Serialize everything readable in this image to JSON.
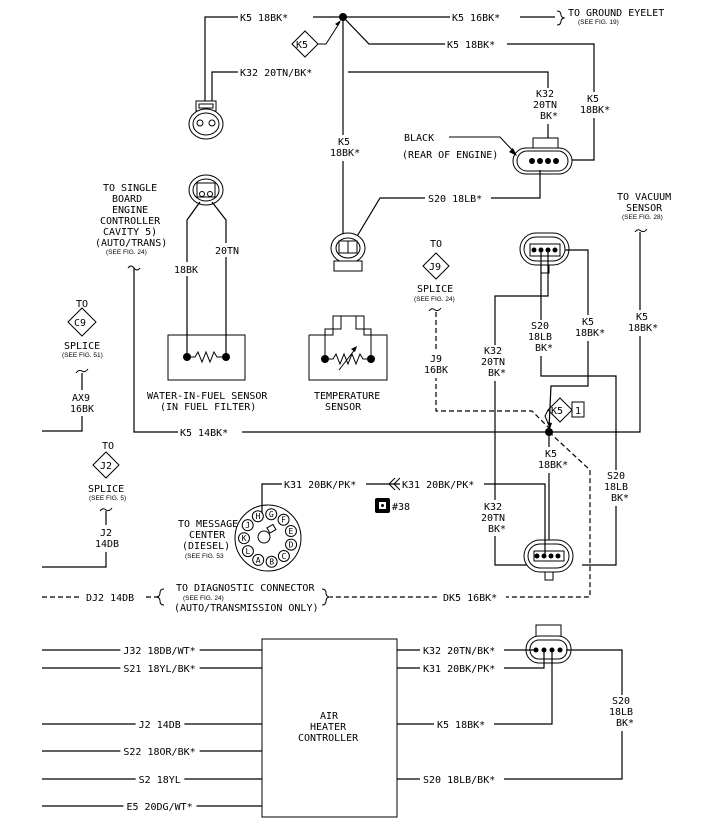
{
  "diagram": {
    "title": "Wiring Diagram - Diesel Engine Sensors / Air Heater Controller",
    "colors": {
      "line": "#000000",
      "background": "#ffffff"
    },
    "top": {
      "k5_left": "K5 18BK*",
      "k5_ground": "K5 16BK*",
      "ground_dest": "TO GROUND EYELET",
      "ground_ref": "(SEE FIG. 19)",
      "k5_right": "K5 18BK*",
      "k5_splice": "K5",
      "k32_top": "K32 20TN/BK*"
    },
    "black_connector": {
      "k32_l1": "K32",
      "k32_l2": "20TN",
      "k32_l3": "BK*",
      "k5_l1": "K5",
      "k5_l2": "18BK*",
      "label1": "BLACK",
      "label2": "(REAR OF ENGINE)",
      "s20": "S20 18LB*"
    },
    "center_k5": {
      "l1": "K5",
      "l2": "18BK*"
    },
    "sbec": {
      "lines": [
        "TO SINGLE",
        "BOARD",
        "ENGINE",
        "CONTROLLER",
        "CAVITY 5)",
        "(AUTO/TRANS)"
      ],
      "ref": "(SEE FIG. 24)"
    },
    "wif_sensor": {
      "wire_left": "18BK",
      "wire_right": "20TN",
      "label1": "WATER-IN-FUEL SENSOR",
      "label2": "(IN FUEL FILTER)"
    },
    "temp_sensor": {
      "label1": "TEMPERATURE",
      "label2": "SENSOR"
    },
    "c9_splice": {
      "to": "TO",
      "id": "C9",
      "label": "SPLICE",
      "ref": "(SEE FIG. 51)",
      "wire1": "AX9",
      "wire2": "16BK"
    },
    "j9_splice": {
      "to": "TO",
      "id": "J9",
      "label": "SPLICE",
      "ref": "(SEE FIG. 24)",
      "wire1": "J9",
      "wire2": "16BK"
    },
    "j2_splice": {
      "to": "TO",
      "id": "J2",
      "label": "SPLICE",
      "ref": "(SEE FIG. 5)",
      "wire1": "J2",
      "wire2": "14DB"
    },
    "vacuum": {
      "l1": "TO VACUUM",
      "l2": "SENSOR",
      "ref": "(SEE FIG. 28)",
      "w1": "K5",
      "w2": "18BK*"
    },
    "right_connector": {
      "s20_1": "S20",
      "s20_2": "18LB",
      "s20_3": "BK*",
      "k5_1": "K5",
      "k5_2": "18BK*",
      "k32_1": "K32",
      "k32_2": "20TN",
      "k32_3": "BK*"
    },
    "mid_bus": {
      "k5_14": "K5 14BK*",
      "splice_id": "K5",
      "splice_num": "1",
      "k5_down_1": "K5",
      "k5_down_2": "18BK*",
      "s20_1": "S20",
      "s20_2": "18LB",
      "s20_3": "BK*",
      "k32_1": "K32",
      "k32_2": "20TN",
      "k32_3": "BK*"
    },
    "message_center": {
      "k31_left": "K31 20BK/PK*",
      "k31_right": "K31 20BK/PK*",
      "ref_num": "#38",
      "l1": "TO MESSAGE",
      "l2": "CENTER",
      "l3": "(DIESEL)",
      "ref": "(SEE FIG. 53",
      "pins": [
        "H",
        "G",
        "F",
        "E",
        "D",
        "C",
        "B",
        "A",
        "L",
        "K",
        "J"
      ]
    },
    "diagnostic": {
      "left": "DJ2 14DB",
      "l1": "TO DIAGNOSTIC CONNECTOR",
      "ref": "(SEE FIG. 24)",
      "l2": "(AUTO/TRANSMISSION ONLY)",
      "right": "DK5 16BK*"
    },
    "air_heater": {
      "l1": "AIR",
      "l2": "HEATER",
      "l3": "CONTROLLER",
      "left_wires": [
        "J32 18DB/WT*",
        "S21 18YL/BK*",
        "J2 14DB",
        "S22 18OR/BK*",
        "S2 18YL",
        "E5 20DG/WT*"
      ],
      "right_wires": [
        "K32 20TN/BK*",
        "K31 20BK/PK*",
        "K5 18BK*",
        "S20 18LB/BK*"
      ],
      "s20_1": "S20",
      "s20_2": "18LB",
      "s20_3": "BK*"
    }
  }
}
